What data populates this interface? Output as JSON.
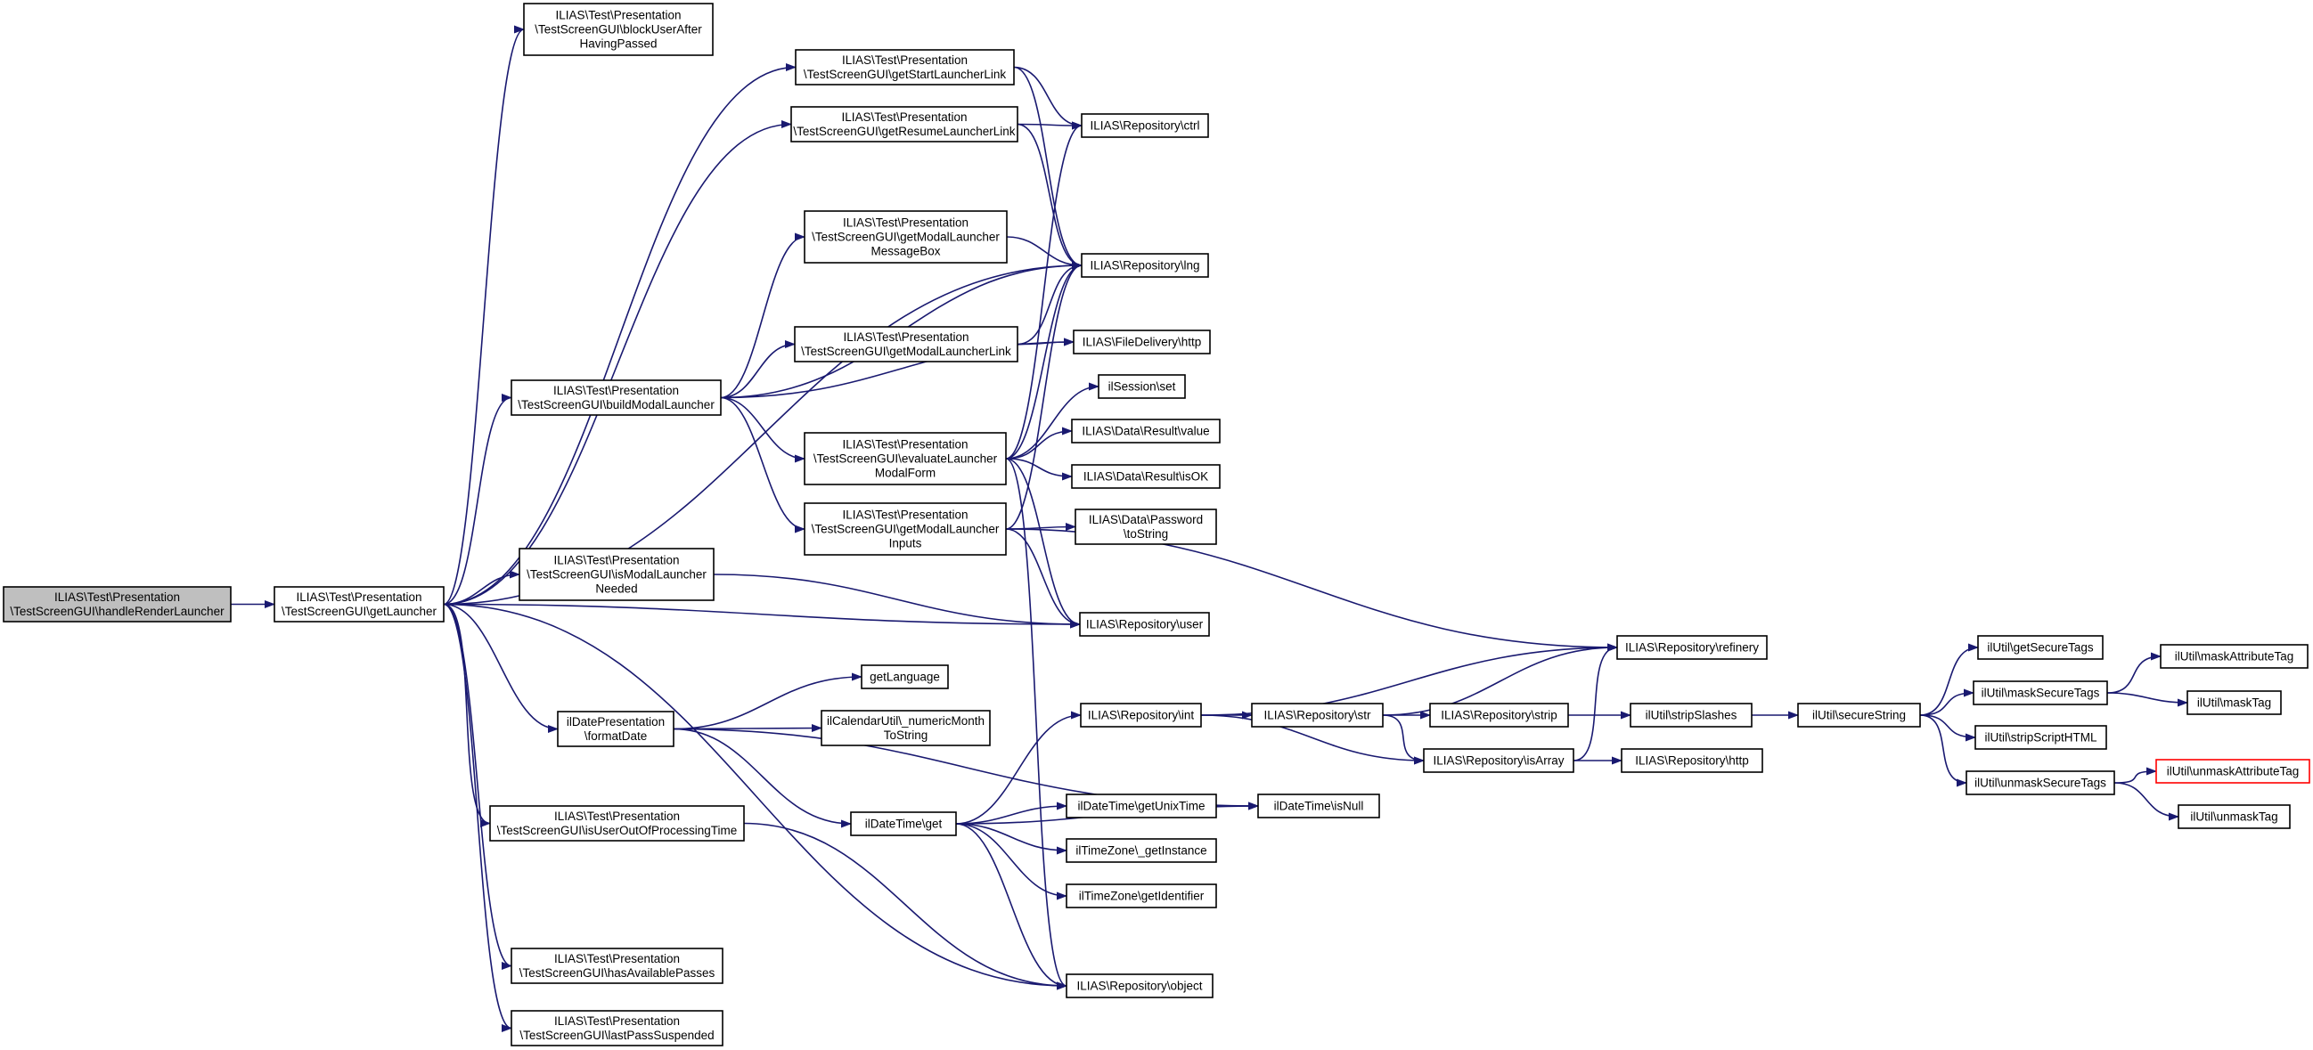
{
  "diagram": {
    "nodes": [
      {
        "id": "handleRenderLauncher",
        "lines": [
          "ILIAS\\Test\\Presentation",
          "\\TestScreenGUI\\handleRenderLauncher"
        ],
        "style": "root"
      },
      {
        "id": "getLauncher",
        "lines": [
          "ILIAS\\Test\\Presentation",
          "\\TestScreenGUI\\getLauncher"
        ]
      },
      {
        "id": "blockUserAfterHavingPassed",
        "lines": [
          "ILIAS\\Test\\Presentation",
          "\\TestScreenGUI\\blockUserAfter",
          "HavingPassed"
        ]
      },
      {
        "id": "getStartLauncherLink",
        "lines": [
          "ILIAS\\Test\\Presentation",
          "\\TestScreenGUI\\getStartLauncherLink"
        ]
      },
      {
        "id": "getResumeLauncherLink",
        "lines": [
          "ILIAS\\Test\\Presentation",
          "\\TestScreenGUI\\getResumeLauncherLink"
        ]
      },
      {
        "id": "getModalLauncherMessageBox",
        "lines": [
          "ILIAS\\Test\\Presentation",
          "\\TestScreenGUI\\getModalLauncher",
          "MessageBox"
        ]
      },
      {
        "id": "getModalLauncherLink",
        "lines": [
          "ILIAS\\Test\\Presentation",
          "\\TestScreenGUI\\getModalLauncherLink"
        ]
      },
      {
        "id": "buildModalLauncher",
        "lines": [
          "ILIAS\\Test\\Presentation",
          "\\TestScreenGUI\\buildModalLauncher"
        ]
      },
      {
        "id": "evaluateLauncherModalForm",
        "lines": [
          "ILIAS\\Test\\Presentation",
          "\\TestScreenGUI\\evaluateLauncher",
          "ModalForm"
        ]
      },
      {
        "id": "getModalLauncherInputs",
        "lines": [
          "ILIAS\\Test\\Presentation",
          "\\TestScreenGUI\\getModalLauncher",
          "Inputs"
        ]
      },
      {
        "id": "isModalLauncherNeeded",
        "lines": [
          "ILIAS\\Test\\Presentation",
          "\\TestScreenGUI\\isModalLauncher",
          "Needed"
        ]
      },
      {
        "id": "formatDate",
        "lines": [
          "ilDatePresentation",
          "\\formatDate"
        ]
      },
      {
        "id": "isUserOutOfProcessingTime",
        "lines": [
          "ILIAS\\Test\\Presentation",
          "\\TestScreenGUI\\isUserOutOfProcessingTime"
        ]
      },
      {
        "id": "hasAvailablePasses",
        "lines": [
          "ILIAS\\Test\\Presentation",
          "\\TestScreenGUI\\hasAvailablePasses"
        ]
      },
      {
        "id": "lastPassSuspended",
        "lines": [
          "ILIAS\\Test\\Presentation",
          "\\TestScreenGUI\\lastPassSuspended"
        ]
      },
      {
        "id": "repoCtrl",
        "lines": [
          "ILIAS\\Repository\\ctrl"
        ]
      },
      {
        "id": "repoLng",
        "lines": [
          "ILIAS\\Repository\\lng"
        ]
      },
      {
        "id": "fdHttp",
        "lines": [
          "ILIAS\\FileDelivery\\http"
        ]
      },
      {
        "id": "sessionSet",
        "lines": [
          "ilSession\\set"
        ]
      },
      {
        "id": "resultValue",
        "lines": [
          "ILIAS\\Data\\Result\\value"
        ]
      },
      {
        "id": "resultIsOK",
        "lines": [
          "ILIAS\\Data\\Result\\isOK"
        ]
      },
      {
        "id": "passwordToString",
        "lines": [
          "ILIAS\\Data\\Password",
          "\\toString"
        ]
      },
      {
        "id": "repoUser",
        "lines": [
          "ILIAS\\Repository\\user"
        ]
      },
      {
        "id": "repoRefinery",
        "lines": [
          "ILIAS\\Repository\\refinery"
        ]
      },
      {
        "id": "getLanguage",
        "lines": [
          "getLanguage"
        ]
      },
      {
        "id": "numericMonthToString",
        "lines": [
          "ilCalendarUtil\\_numericMonth",
          "ToString"
        ]
      },
      {
        "id": "dateTimeGet",
        "lines": [
          "ilDateTime\\get"
        ]
      },
      {
        "id": "repoInt",
        "lines": [
          "ILIAS\\Repository\\int"
        ]
      },
      {
        "id": "getUnixTime",
        "lines": [
          "ilDateTime\\getUnixTime"
        ]
      },
      {
        "id": "isNull",
        "lines": [
          "ilDateTime\\isNull"
        ]
      },
      {
        "id": "getInstance",
        "lines": [
          "ilTimeZone\\_getInstance"
        ]
      },
      {
        "id": "getIdentifier",
        "lines": [
          "ilTimeZone\\getIdentifier"
        ]
      },
      {
        "id": "repoObject",
        "lines": [
          "ILIAS\\Repository\\object"
        ]
      },
      {
        "id": "repoStr",
        "lines": [
          "ILIAS\\Repository\\str"
        ]
      },
      {
        "id": "repoStrip",
        "lines": [
          "ILIAS\\Repository\\strip"
        ]
      },
      {
        "id": "repoIsArray",
        "lines": [
          "ILIAS\\Repository\\isArray"
        ]
      },
      {
        "id": "stripSlashes",
        "lines": [
          "ilUtil\\stripSlashes"
        ]
      },
      {
        "id": "repoHttp",
        "lines": [
          "ILIAS\\Repository\\http"
        ]
      },
      {
        "id": "secureString",
        "lines": [
          "ilUtil\\secureString"
        ]
      },
      {
        "id": "getSecureTags",
        "lines": [
          "ilUtil\\getSecureTags"
        ]
      },
      {
        "id": "maskSecureTags",
        "lines": [
          "ilUtil\\maskSecureTags"
        ]
      },
      {
        "id": "stripScriptHTML",
        "lines": [
          "ilUtil\\stripScriptHTML"
        ]
      },
      {
        "id": "unmaskSecureTags",
        "lines": [
          "ilUtil\\unmaskSecureTags"
        ]
      },
      {
        "id": "maskAttributeTag",
        "lines": [
          "ilUtil\\maskAttributeTag"
        ]
      },
      {
        "id": "maskTag",
        "lines": [
          "ilUtil\\maskTag"
        ]
      },
      {
        "id": "unmaskAttributeTag",
        "lines": [
          "ilUtil\\unmaskAttributeTag"
        ],
        "style": "red"
      },
      {
        "id": "unmaskTag",
        "lines": [
          "ilUtil\\unmaskTag"
        ]
      }
    ],
    "edges": [
      [
        "handleRenderLauncher",
        "getLauncher"
      ],
      [
        "getLauncher",
        "blockUserAfterHavingPassed"
      ],
      [
        "getLauncher",
        "getStartLauncherLink"
      ],
      [
        "getLauncher",
        "getResumeLauncherLink"
      ],
      [
        "getLauncher",
        "repoLng"
      ],
      [
        "getLauncher",
        "buildModalLauncher"
      ],
      [
        "getLauncher",
        "isModalLauncherNeeded"
      ],
      [
        "getLauncher",
        "repoUser"
      ],
      [
        "getLauncher",
        "formatDate"
      ],
      [
        "getLauncher",
        "isUserOutOfProcessingTime"
      ],
      [
        "getLauncher",
        "repoObject"
      ],
      [
        "getLauncher",
        "hasAvailablePasses"
      ],
      [
        "getLauncher",
        "lastPassSuspended"
      ],
      [
        "getStartLauncherLink",
        "repoCtrl"
      ],
      [
        "getStartLauncherLink",
        "repoLng"
      ],
      [
        "getResumeLauncherLink",
        "repoCtrl"
      ],
      [
        "getResumeLauncherLink",
        "repoLng"
      ],
      [
        "getModalLauncherMessageBox",
        "repoLng"
      ],
      [
        "buildModalLauncher",
        "getModalLauncherMessageBox"
      ],
      [
        "buildModalLauncher",
        "repoLng"
      ],
      [
        "buildModalLauncher",
        "getModalLauncherLink"
      ],
      [
        "buildModalLauncher",
        "fdHttp"
      ],
      [
        "buildModalLauncher",
        "evaluateLauncherModalForm"
      ],
      [
        "buildModalLauncher",
        "getModalLauncherInputs"
      ],
      [
        "getModalLauncherLink",
        "repoLng"
      ],
      [
        "getModalLauncherLink",
        "fdHttp"
      ],
      [
        "evaluateLauncherModalForm",
        "repoCtrl"
      ],
      [
        "evaluateLauncherModalForm",
        "repoLng"
      ],
      [
        "evaluateLauncherModalForm",
        "sessionSet"
      ],
      [
        "evaluateLauncherModalForm",
        "resultValue"
      ],
      [
        "evaluateLauncherModalForm",
        "resultIsOK"
      ],
      [
        "evaluateLauncherModalForm",
        "repoUser"
      ],
      [
        "evaluateLauncherModalForm",
        "repoObject"
      ],
      [
        "getModalLauncherInputs",
        "repoLng"
      ],
      [
        "getModalLauncherInputs",
        "passwordToString"
      ],
      [
        "getModalLauncherInputs",
        "repoUser"
      ],
      [
        "getModalLauncherInputs",
        "repoRefinery"
      ],
      [
        "isModalLauncherNeeded",
        "repoUser"
      ],
      [
        "formatDate",
        "getLanguage"
      ],
      [
        "formatDate",
        "numericMonthToString"
      ],
      [
        "formatDate",
        "dateTimeGet"
      ],
      [
        "formatDate",
        "isNull"
      ],
      [
        "isUserOutOfProcessingTime",
        "repoObject"
      ],
      [
        "dateTimeGet",
        "repoInt"
      ],
      [
        "dateTimeGet",
        "getUnixTime"
      ],
      [
        "dateTimeGet",
        "getInstance"
      ],
      [
        "dateTimeGet",
        "getIdentifier"
      ],
      [
        "dateTimeGet",
        "repoObject"
      ],
      [
        "dateTimeGet",
        "isNull"
      ],
      [
        "getUnixTime",
        "isNull"
      ],
      [
        "repoInt",
        "repoStr"
      ],
      [
        "repoInt",
        "repoRefinery"
      ],
      [
        "repoInt",
        "repoIsArray"
      ],
      [
        "repoStr",
        "repoRefinery"
      ],
      [
        "repoStr",
        "repoStrip"
      ],
      [
        "repoStr",
        "repoIsArray"
      ],
      [
        "repoStrip",
        "stripSlashes"
      ],
      [
        "repoIsArray",
        "repoRefinery"
      ],
      [
        "repoIsArray",
        "repoHttp"
      ],
      [
        "stripSlashes",
        "secureString"
      ],
      [
        "secureString",
        "getSecureTags"
      ],
      [
        "secureString",
        "maskSecureTags"
      ],
      [
        "secureString",
        "stripScriptHTML"
      ],
      [
        "secureString",
        "unmaskSecureTags"
      ],
      [
        "maskSecureTags",
        "maskAttributeTag"
      ],
      [
        "maskSecureTags",
        "maskTag"
      ],
      [
        "unmaskSecureTags",
        "unmaskAttributeTag"
      ],
      [
        "unmaskSecureTags",
        "unmaskTag"
      ]
    ]
  }
}
